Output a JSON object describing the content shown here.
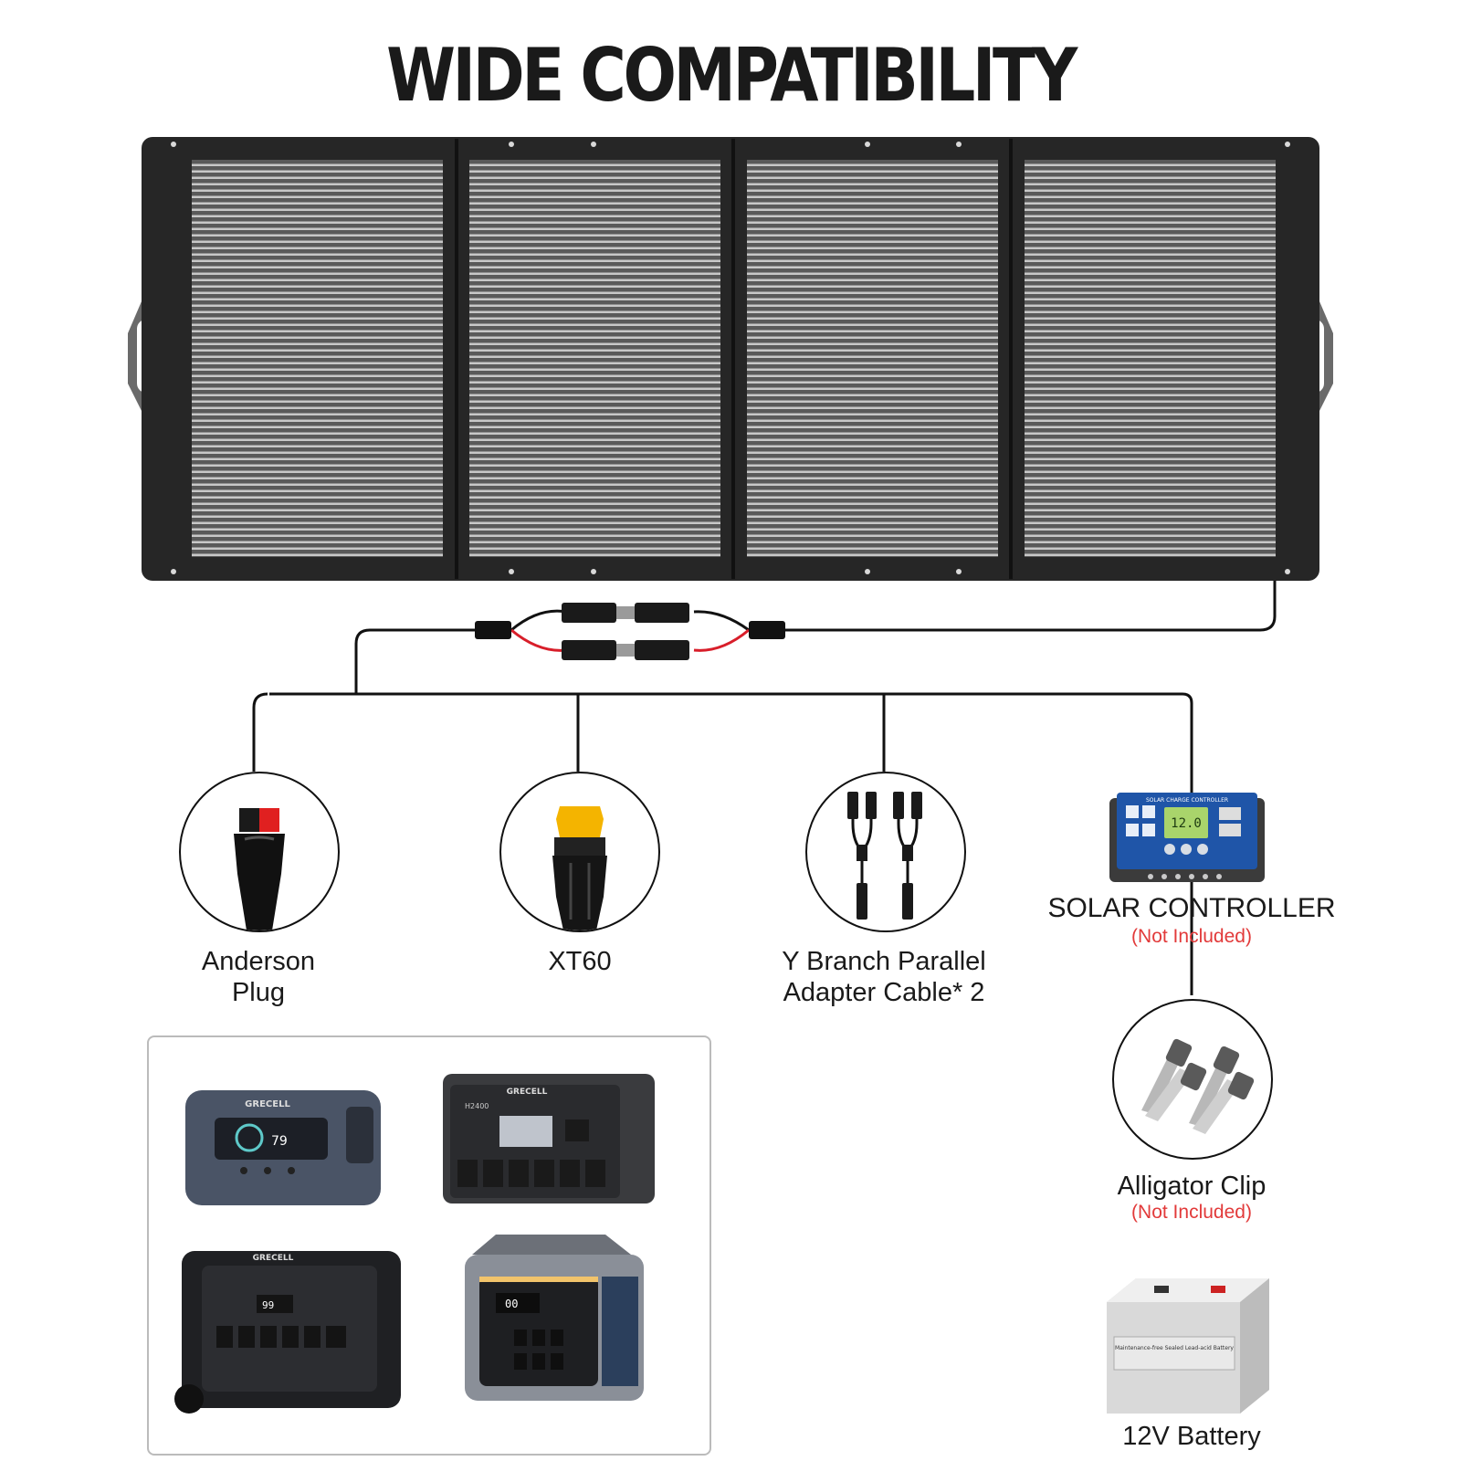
{
  "title": "WIDE COMPATIBILITY",
  "connectors": [
    {
      "name": "Anderson Plug",
      "lines": [
        "Anderson",
        "Plug"
      ]
    },
    {
      "name": "XT60",
      "lines": [
        "XT60"
      ]
    },
    {
      "name": "Y Branch Parallel Adapter Cable* 2",
      "lines": [
        "Y Branch Parallel",
        "Adapter Cable* 2"
      ]
    }
  ],
  "solar_controller": {
    "label": "SOLAR CONTROLLER",
    "note": "(Not Included)",
    "screen_text": "12.0",
    "header_text": "SOLAR CHARGE CONTROLLER"
  },
  "alligator_clip": {
    "label": "Alligator Clip",
    "note": "(Not Included)"
  },
  "battery": {
    "label": "12V Battery",
    "sticker": "Maintenance-free Sealed Lead-acid Battery"
  },
  "devices": [
    {
      "brand": "GRECELL",
      "display": "79"
    },
    {
      "brand": "GRECELL",
      "model": "H2400"
    },
    {
      "brand": "GRECELL",
      "display": "99"
    },
    {
      "display": "00"
    }
  ],
  "colors": {
    "panel": "#262626",
    "cable_black": "#111111",
    "cable_red": "#d81e2a",
    "note_red": "#e23a3a",
    "anderson_red": "#e02020",
    "xt60_yellow": "#f4b400",
    "controller_blue": "#1f55a8"
  }
}
